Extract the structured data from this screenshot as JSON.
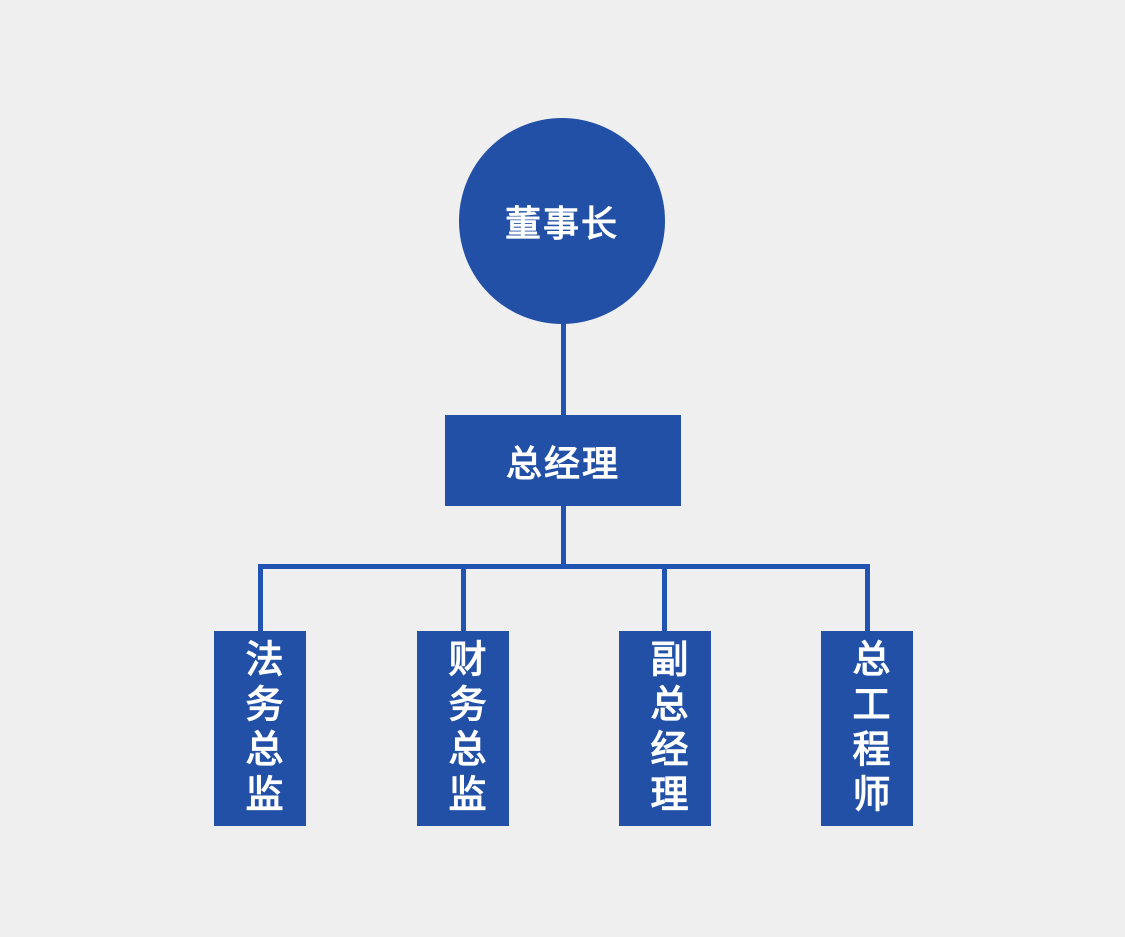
{
  "diagram": {
    "type": "org-chart",
    "colors": {
      "background": "#efefef",
      "node_fill": "#2150a6",
      "connector": "#2153b2",
      "text": "#ffffff"
    },
    "root": {
      "label": "董事长"
    },
    "manager": {
      "label": "总经理"
    },
    "departments": [
      {
        "label": "法务总监"
      },
      {
        "label": "财务总监"
      },
      {
        "label": "副总经理"
      },
      {
        "label": "总工程师"
      }
    ]
  }
}
